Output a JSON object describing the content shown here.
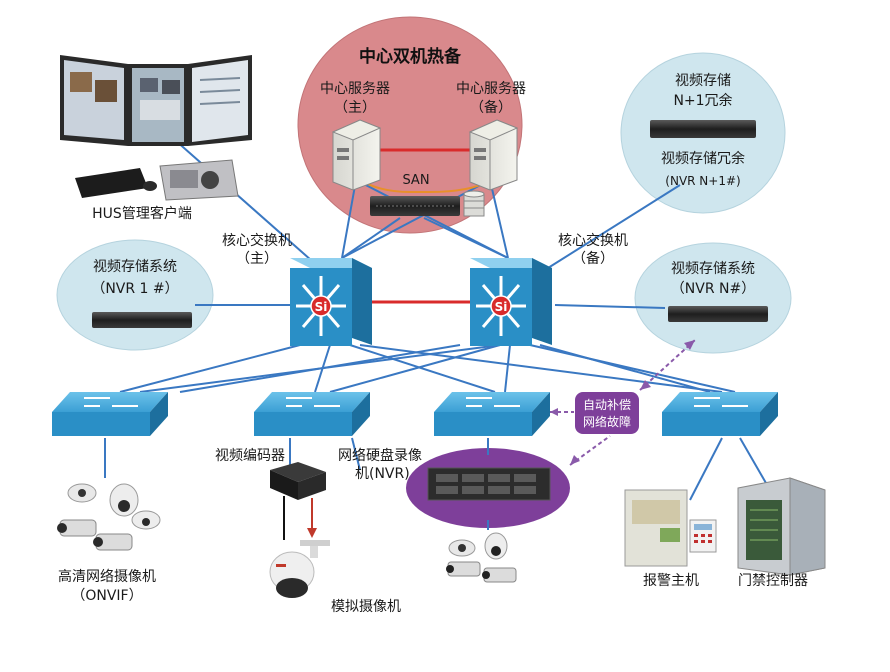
{
  "cluster": {
    "title": "中心双机热备",
    "server_primary": {
      "line1": "中心服务器",
      "line2": "（主）"
    },
    "server_backup": {
      "line1": "中心服务器",
      "line2": "（备）"
    },
    "san": "SAN"
  },
  "storage_redundancy": {
    "line1": "视频存储",
    "line2": "N+1冗余",
    "line3": "视频存储冗余",
    "line4": "(NVR N+1#)"
  },
  "client": {
    "label": "HUS管理客户端"
  },
  "core_switch_primary": {
    "line1": "核心交换机",
    "line2": "（主）"
  },
  "core_switch_backup": {
    "line1": "核心交换机",
    "line2": "（备）"
  },
  "storage_left": {
    "line1": "视频存储系统",
    "line2": "（NVR 1 #）"
  },
  "storage_right": {
    "line1": "视频存储系统",
    "line2": "（NVR N#）"
  },
  "auto_comp": {
    "line1": "自动补偿",
    "line2": "网络故障"
  },
  "encoder": {
    "label": "视频编码器"
  },
  "nvr": {
    "line1": "网络硬盘录像",
    "line2": "机(NVR)"
  },
  "hd_camera": {
    "line1": "高清网络摄像机",
    "line2": "（ONVIF）"
  },
  "analog_camera": {
    "label": "模拟摄像机"
  },
  "alarm_host": {
    "label": "报警主机"
  },
  "access_controller": {
    "label": "门禁控制器"
  },
  "core_switch_badge": "Si",
  "colors": {
    "cluster_fill": "#d9898c",
    "storage_fill": "#cfe6ee",
    "switch_blue": "#2a8fc6",
    "link_blue": "#3a78c2",
    "redundancy_red": "#d92b2b",
    "san_orange": "#e8902a",
    "purple": "#7e3f9a"
  },
  "icons": [
    "server-icon",
    "nvr-rack-icon",
    "core-switch-icon",
    "access-switch-icon",
    "monitor-wall-icon",
    "keyboard-icon",
    "encoder-box-icon",
    "dome-camera-icon",
    "bullet-camera-icon",
    "alarm-panel-icon",
    "access-panel-icon",
    "database-icon"
  ]
}
